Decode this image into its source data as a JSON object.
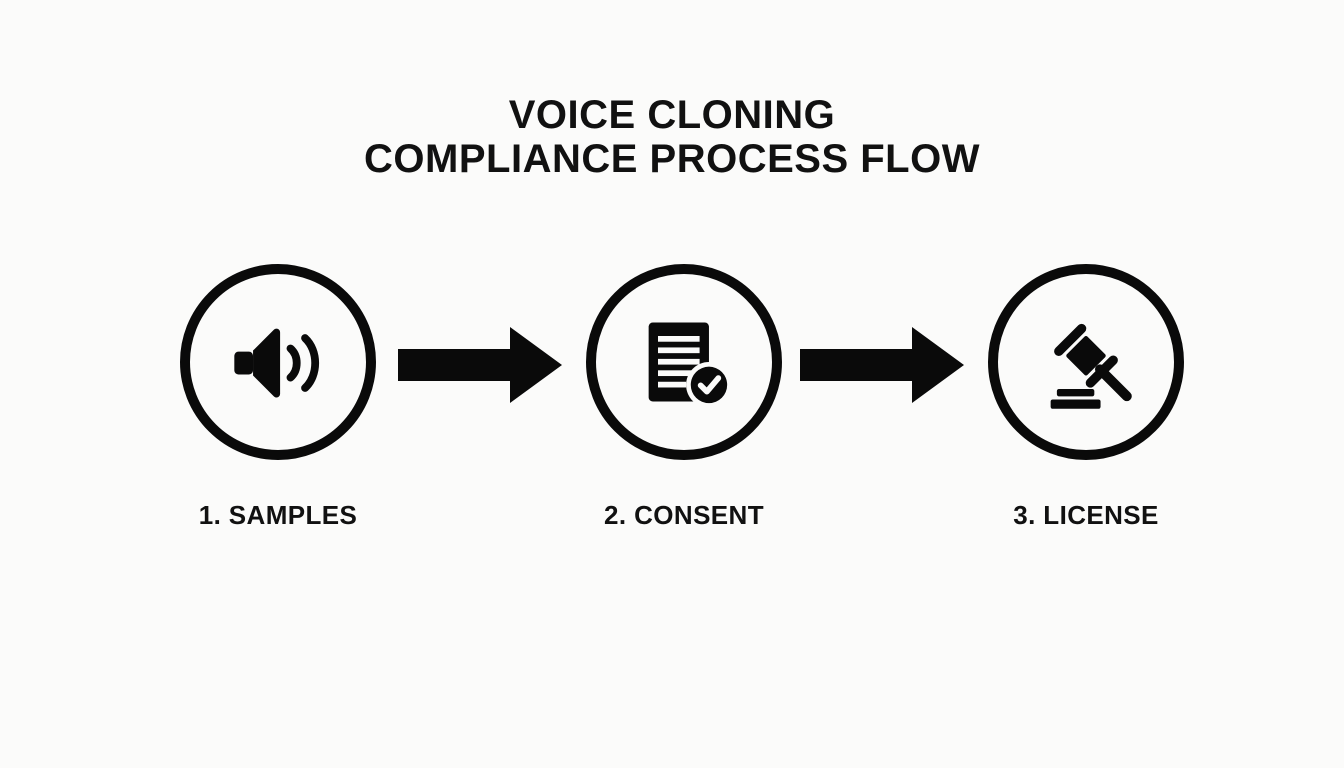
{
  "page": {
    "background_color": "#fbfbfa",
    "ink_color": "#0a0a0a"
  },
  "title": {
    "line1": "VOICE CLONING",
    "line2": "COMPLIANCE PROCESS FLOW",
    "full": "VOICE CLONING COMPLIANCE PROCESS FLOW"
  },
  "diagram": {
    "type": "process-flow",
    "orientation": "horizontal",
    "step_count": 3,
    "connector": "solid-block-arrow",
    "steps": [
      {
        "number": "1",
        "label": "1. SAMPLES",
        "name": "SAMPLES",
        "icon": "speaker-volume-icon"
      },
      {
        "number": "2",
        "label": "2. CONSENT",
        "name": "CONSENT",
        "icon": "document-check-icon"
      },
      {
        "number": "3",
        "label": "3. LICENSE",
        "name": "LICENSE",
        "icon": "gavel-icon"
      }
    ],
    "arrows": [
      {
        "from": "1. SAMPLES",
        "to": "2. CONSENT"
      },
      {
        "from": "2. CONSENT",
        "to": "3. LICENSE"
      }
    ]
  }
}
